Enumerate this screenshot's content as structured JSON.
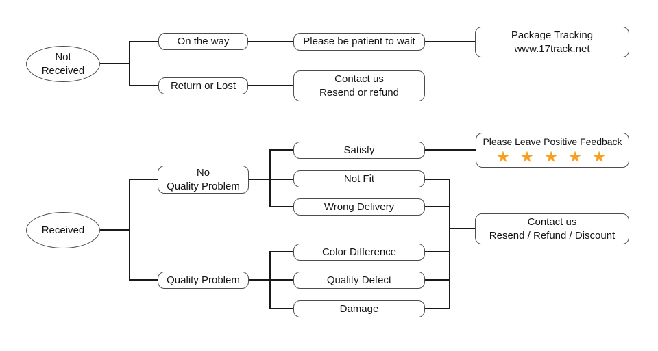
{
  "diagram": {
    "background": "#ffffff",
    "line_color": "#1a1a1a",
    "star_color": "#F6A01D",
    "star_rating": 5,
    "nodes": {
      "not_received": {
        "line1": "Not",
        "line2": "Received"
      },
      "on_the_way": {
        "label": "On the way"
      },
      "please_wait": {
        "label": "Please be patient to wait"
      },
      "package_tracking": {
        "line1": "Package Tracking",
        "line2": "www.17track.net"
      },
      "return_or_lost": {
        "label": "Return or Lost"
      },
      "contact_resend_refund": {
        "line1": "Contact us",
        "line2": "Resend or refund"
      },
      "received": {
        "label": "Received"
      },
      "no_quality_problem": {
        "line1": "No",
        "line2": "Quality Problem"
      },
      "satisfy": {
        "label": "Satisfy"
      },
      "not_fit": {
        "label": "Not Fit"
      },
      "wrong_delivery": {
        "label": "Wrong Delivery"
      },
      "positive_feedback": {
        "label": "Please Leave Positive Feedback",
        "stars": "★ ★ ★ ★ ★"
      },
      "quality_problem": {
        "label": "Quality Problem"
      },
      "color_difference": {
        "label": "Color Difference"
      },
      "quality_defect": {
        "label": "Quality Defect"
      },
      "damage": {
        "label": "Damage"
      },
      "contact_resend_refund_discount": {
        "line1": "Contact us",
        "line2": "Resend / Refund / Discount"
      }
    }
  }
}
